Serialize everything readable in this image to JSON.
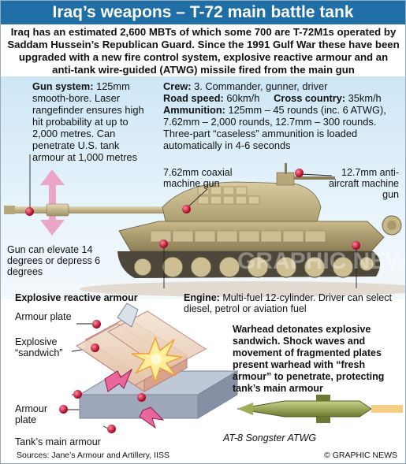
{
  "header": {
    "title": "Iraq’s weapons – T-72 main battle tank"
  },
  "intro": "Iraq has an estimated 2,600 MBTs of which some 700 are T-72M1s operated by Saddam Hussein’s Republican Guard. Since the 1991 Gulf War these have been upgraded with a new fire control system, explosive reactive armour and an anti-tank wire-guided (ATWG) missile fired from the main gun",
  "gun_system": {
    "label": "Gun system:",
    "text": " 125mm smooth-bore. Laser rangefinder ensures high hit probability at up to 2,000 metres. Can penetrate U.S. tank armour at 1,000 metres"
  },
  "specs": {
    "crew_label": "Crew:",
    "crew": " 3. Commander, gunner, driver",
    "road_label": "Road speed:",
    "road": " 60km/h",
    "cross_label": "Cross country:",
    "cross": " 35km/h",
    "ammo_label": "Ammunition:",
    "ammo": " 125mm – 45 rounds (inc. 6 ATWG), 7.62mm – 2,000 rounds, 12.7mm – 300 rounds. Three-part “caseless” ammunition is loaded automatically in 4-6 seconds"
  },
  "callouts": {
    "coaxial": "7.62mm coaxial machine gun",
    "aa": "12.7mm anti-aircraft machine gun",
    "elevate": "Gun can elevate 14 degrees or depress 6 degrees",
    "era_title": "Explosive reactive armour",
    "engine_label": "Engine:",
    "engine": " Multi-fuel 12-cylinder. Driver can select diesel, petrol or aviation fuel",
    "armour_plate_top": "Armour plate",
    "sandwich": "Explosive “sandwich”",
    "armour_plate_bottom": "Armour plate",
    "main_armour": "Tank’s main armour",
    "warhead": "Warhead detonates explosive sandwich. Shock waves and movement of fragmented plates present warhead with “fresh armour” to penetrate, protecting tank’s main armour",
    "missile": "AT-8 Songster ATWG"
  },
  "footer": {
    "sources": "Sources: Jane’s Armour and Artillery, IISS",
    "credit": "© GRAPHIC NEWS"
  },
  "colors": {
    "title_bg": "#1f6fa6",
    "marker": "#b0102e",
    "arrow_pink": "#e9679a"
  }
}
